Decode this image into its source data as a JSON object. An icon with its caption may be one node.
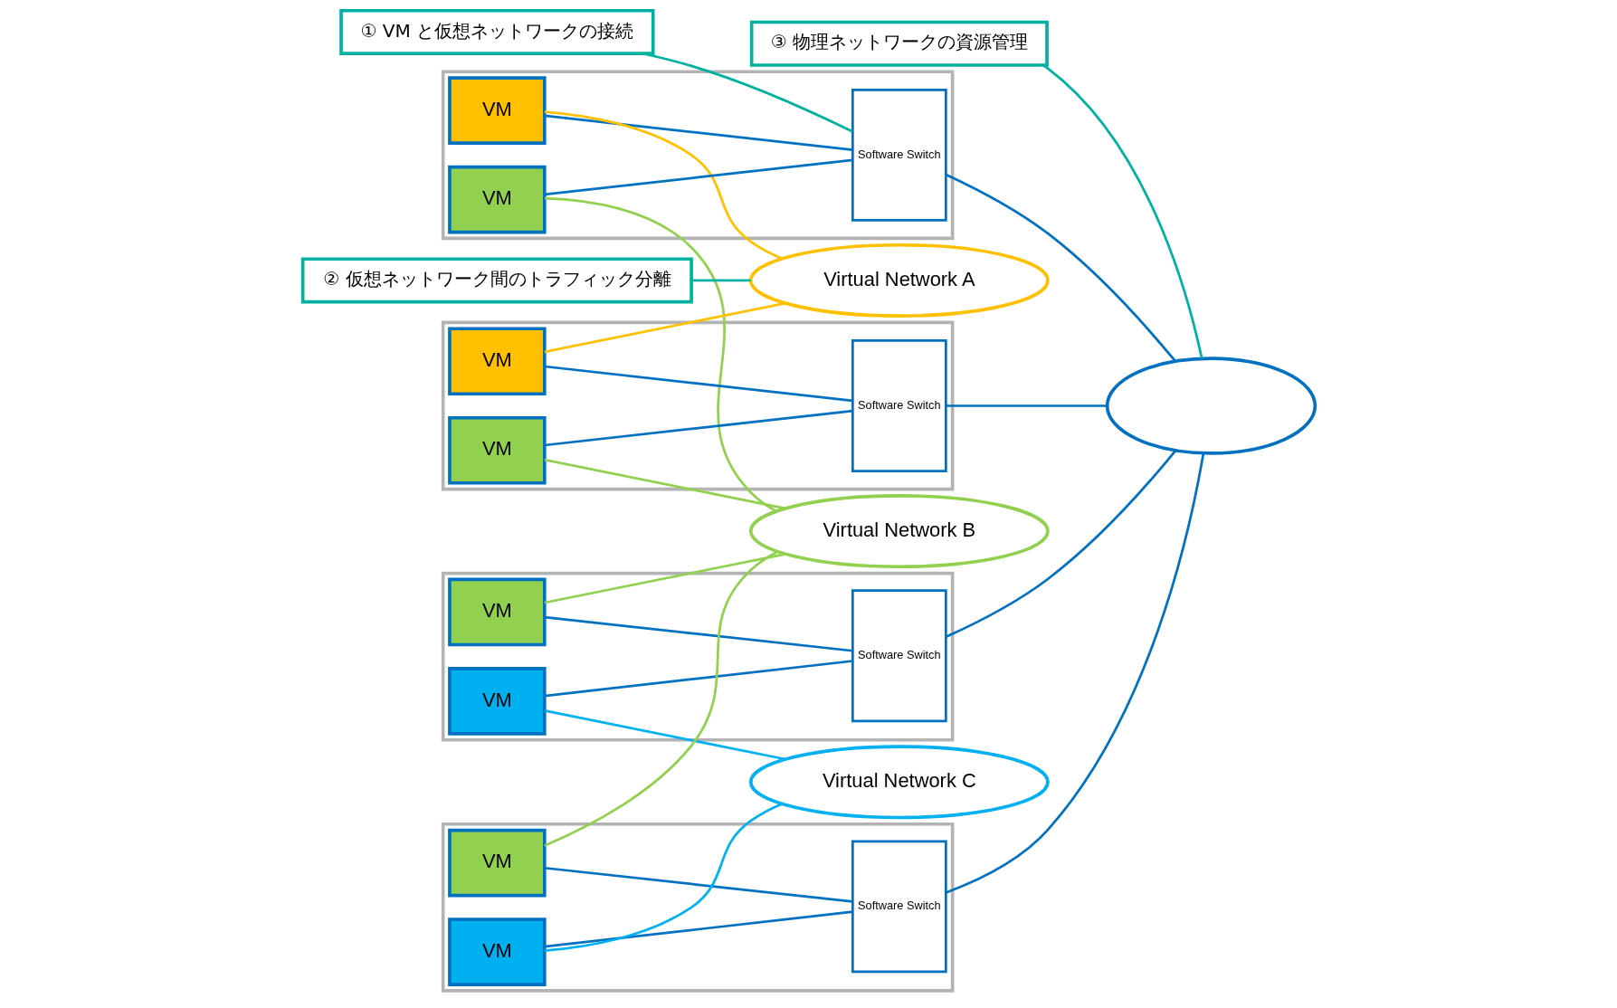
{
  "diagram": {
    "nodes": [
      {
        "text": [],
        "shape": "box"
      },
      {
        "text": [
          "VM"
        ],
        "in": 0
      },
      {
        "text": [
          "VM"
        ],
        "in": 0
      },
      {
        "text": [
          "Software Switch"
        ],
        "in": 0
      },
      {
        "text": [],
        "shape": "box"
      },
      {
        "text": [
          "Software Switch"
        ],
        "in": 4
      },
      {
        "text": [
          "VM"
        ],
        "in": 4
      },
      {
        "text": [
          "VM"
        ],
        "in": 4
      },
      {
        "text": [],
        "shape": "box"
      },
      {
        "text": [
          "VM"
        ],
        "in": 8
      },
      {
        "text": [
          "VM"
        ],
        "in": 8
      },
      {
        "text": [
          "Software Switch"
        ],
        "in": 8
      },
      {
        "text": [],
        "shape": "box"
      },
      {
        "text": [
          "Software Switch"
        ],
        "in": 12
      },
      {
        "text": [
          "VM"
        ],
        "in": 12
      },
      {
        "text": [
          "VM"
        ],
        "in": 12
      },
      {
        "text": [],
        "shape": "ellipse"
      },
      {
        "text": [
          "Virtual Network A"
        ]
      },
      {
        "text": [
          "Virtual Network B"
        ]
      },
      {
        "text": [
          "Virtual Network C"
        ]
      },
      {
        "text": [
          "① VM と仮想ネットワークの接続"
        ]
      },
      {
        "text": [
          "② 仮想ネットワーク間のトラフィック分離"
        ]
      },
      {
        "text": [
          "③ 物理ネットワークの資源管理"
        ]
      }
    ],
    "edges": [
      {
        "from": 1,
        "to": 3,
        "arrow": "none"
      },
      {
        "from": 2,
        "to": 3,
        "arrow": "none"
      },
      {
        "from": 6,
        "to": 5,
        "arrow": "none"
      },
      {
        "from": 7,
        "to": 5,
        "arrow": "none"
      },
      {
        "from": 9,
        "to": 11,
        "arrow": "none"
      },
      {
        "from": 10,
        "to": 11,
        "arrow": "none"
      },
      {
        "from": 14,
        "to": 13,
        "arrow": "none"
      },
      {
        "from": 15,
        "to": 13,
        "arrow": "none"
      },
      {
        "from": 3,
        "to": 16,
        "arrow": "none"
      },
      {
        "from": 5,
        "to": 16,
        "arrow": "none"
      },
      {
        "from": 11,
        "to": 16,
        "arrow": "none"
      },
      {
        "from": 13,
        "to": 16,
        "arrow": "none"
      },
      {
        "from": 1,
        "to": 17,
        "arrow": "none",
        "color": "#ffc000"
      },
      {
        "from": 6,
        "to": 17,
        "arrow": "none",
        "color": "#ffc000"
      },
      {
        "from": 2,
        "to": 18,
        "arrow": "none",
        "color": "#92d050"
      },
      {
        "from": 7,
        "to": 18,
        "arrow": "none",
        "color": "#92d050"
      },
      {
        "from": 9,
        "to": 18,
        "arrow": "none",
        "color": "#92d050"
      },
      {
        "from": 14,
        "to": 18,
        "arrow": "none",
        "color": "#92d050"
      },
      {
        "from": 10,
        "to": 19,
        "arrow": "none",
        "color": "#00b0f0"
      },
      {
        "from": 15,
        "to": 19,
        "arrow": "none",
        "color": "#00b0f0"
      },
      {
        "from": 20,
        "to": 3,
        "arrow": "none",
        "color": "#00b0a0"
      },
      {
        "from": 21,
        "to": 17,
        "arrow": "none",
        "color": "#00b0a0"
      },
      {
        "from": 22,
        "to": 16,
        "arrow": "none",
        "color": "#00b0a0"
      }
    ]
  }
}
